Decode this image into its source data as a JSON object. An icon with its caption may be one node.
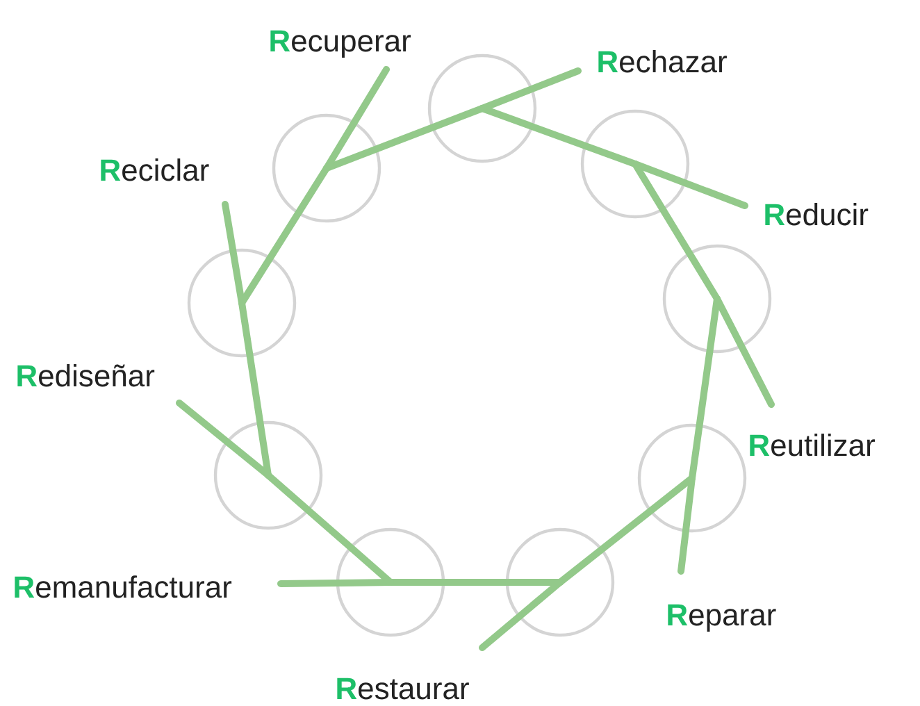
{
  "diagram": {
    "nodes": [
      {
        "text": [
          "**R**echazar"
        ]
      },
      {
        "text": [
          "**R**educir"
        ]
      },
      {
        "text": [
          "**R**eutilizar"
        ]
      },
      {
        "text": [
          "**R**eparar"
        ]
      },
      {
        "text": [
          "**R**estaurar"
        ]
      },
      {
        "text": [
          "**R**emanufacturar"
        ]
      },
      {
        "text": [
          "**R**ediseñar"
        ]
      },
      {
        "text": [
          "**R**eciclar"
        ]
      },
      {
        "text": [
          "**R**ecuperar"
        ]
      },
      {
        "text": [],
        "shape": "circle"
      },
      {
        "text": [],
        "shape": "circle"
      },
      {
        "text": [],
        "shape": "circle"
      },
      {
        "text": [],
        "shape": "circle"
      },
      {
        "text": [],
        "shape": "circle"
      },
      {
        "text": [],
        "shape": "circle"
      },
      {
        "text": [],
        "shape": "circle"
      },
      {
        "text": [],
        "shape": "circle"
      },
      {
        "text": [],
        "shape": "circle"
      }
    ],
    "edges": [
      {
        "from": 17,
        "to": 9,
        "arrow": "none"
      },
      {
        "from": 9,
        "to": 0,
        "arrow": "none"
      },
      {
        "from": 9,
        "to": 10,
        "arrow": "none"
      },
      {
        "from": 10,
        "to": 1,
        "arrow": "none"
      },
      {
        "from": 10,
        "to": 11,
        "arrow": "none"
      },
      {
        "from": 11,
        "to": 2,
        "arrow": "none"
      },
      {
        "from": 11,
        "to": 12,
        "arrow": "none"
      },
      {
        "from": 12,
        "to": 3,
        "arrow": "none"
      },
      {
        "from": 12,
        "to": 13,
        "arrow": "none"
      },
      {
        "from": 13,
        "to": 4,
        "arrow": "none"
      },
      {
        "from": 13,
        "to": 14,
        "arrow": "none"
      },
      {
        "from": 14,
        "to": 5,
        "arrow": "none"
      },
      {
        "from": 14,
        "to": 15,
        "arrow": "none"
      },
      {
        "from": 15,
        "to": 6,
        "arrow": "none"
      },
      {
        "from": 15,
        "to": 16,
        "arrow": "none"
      },
      {
        "from": 16,
        "to": 7,
        "arrow": "none"
      },
      {
        "from": 16,
        "to": 17,
        "arrow": "none"
      },
      {
        "from": 17,
        "to": 8,
        "arrow": "none"
      }
    ]
  }
}
